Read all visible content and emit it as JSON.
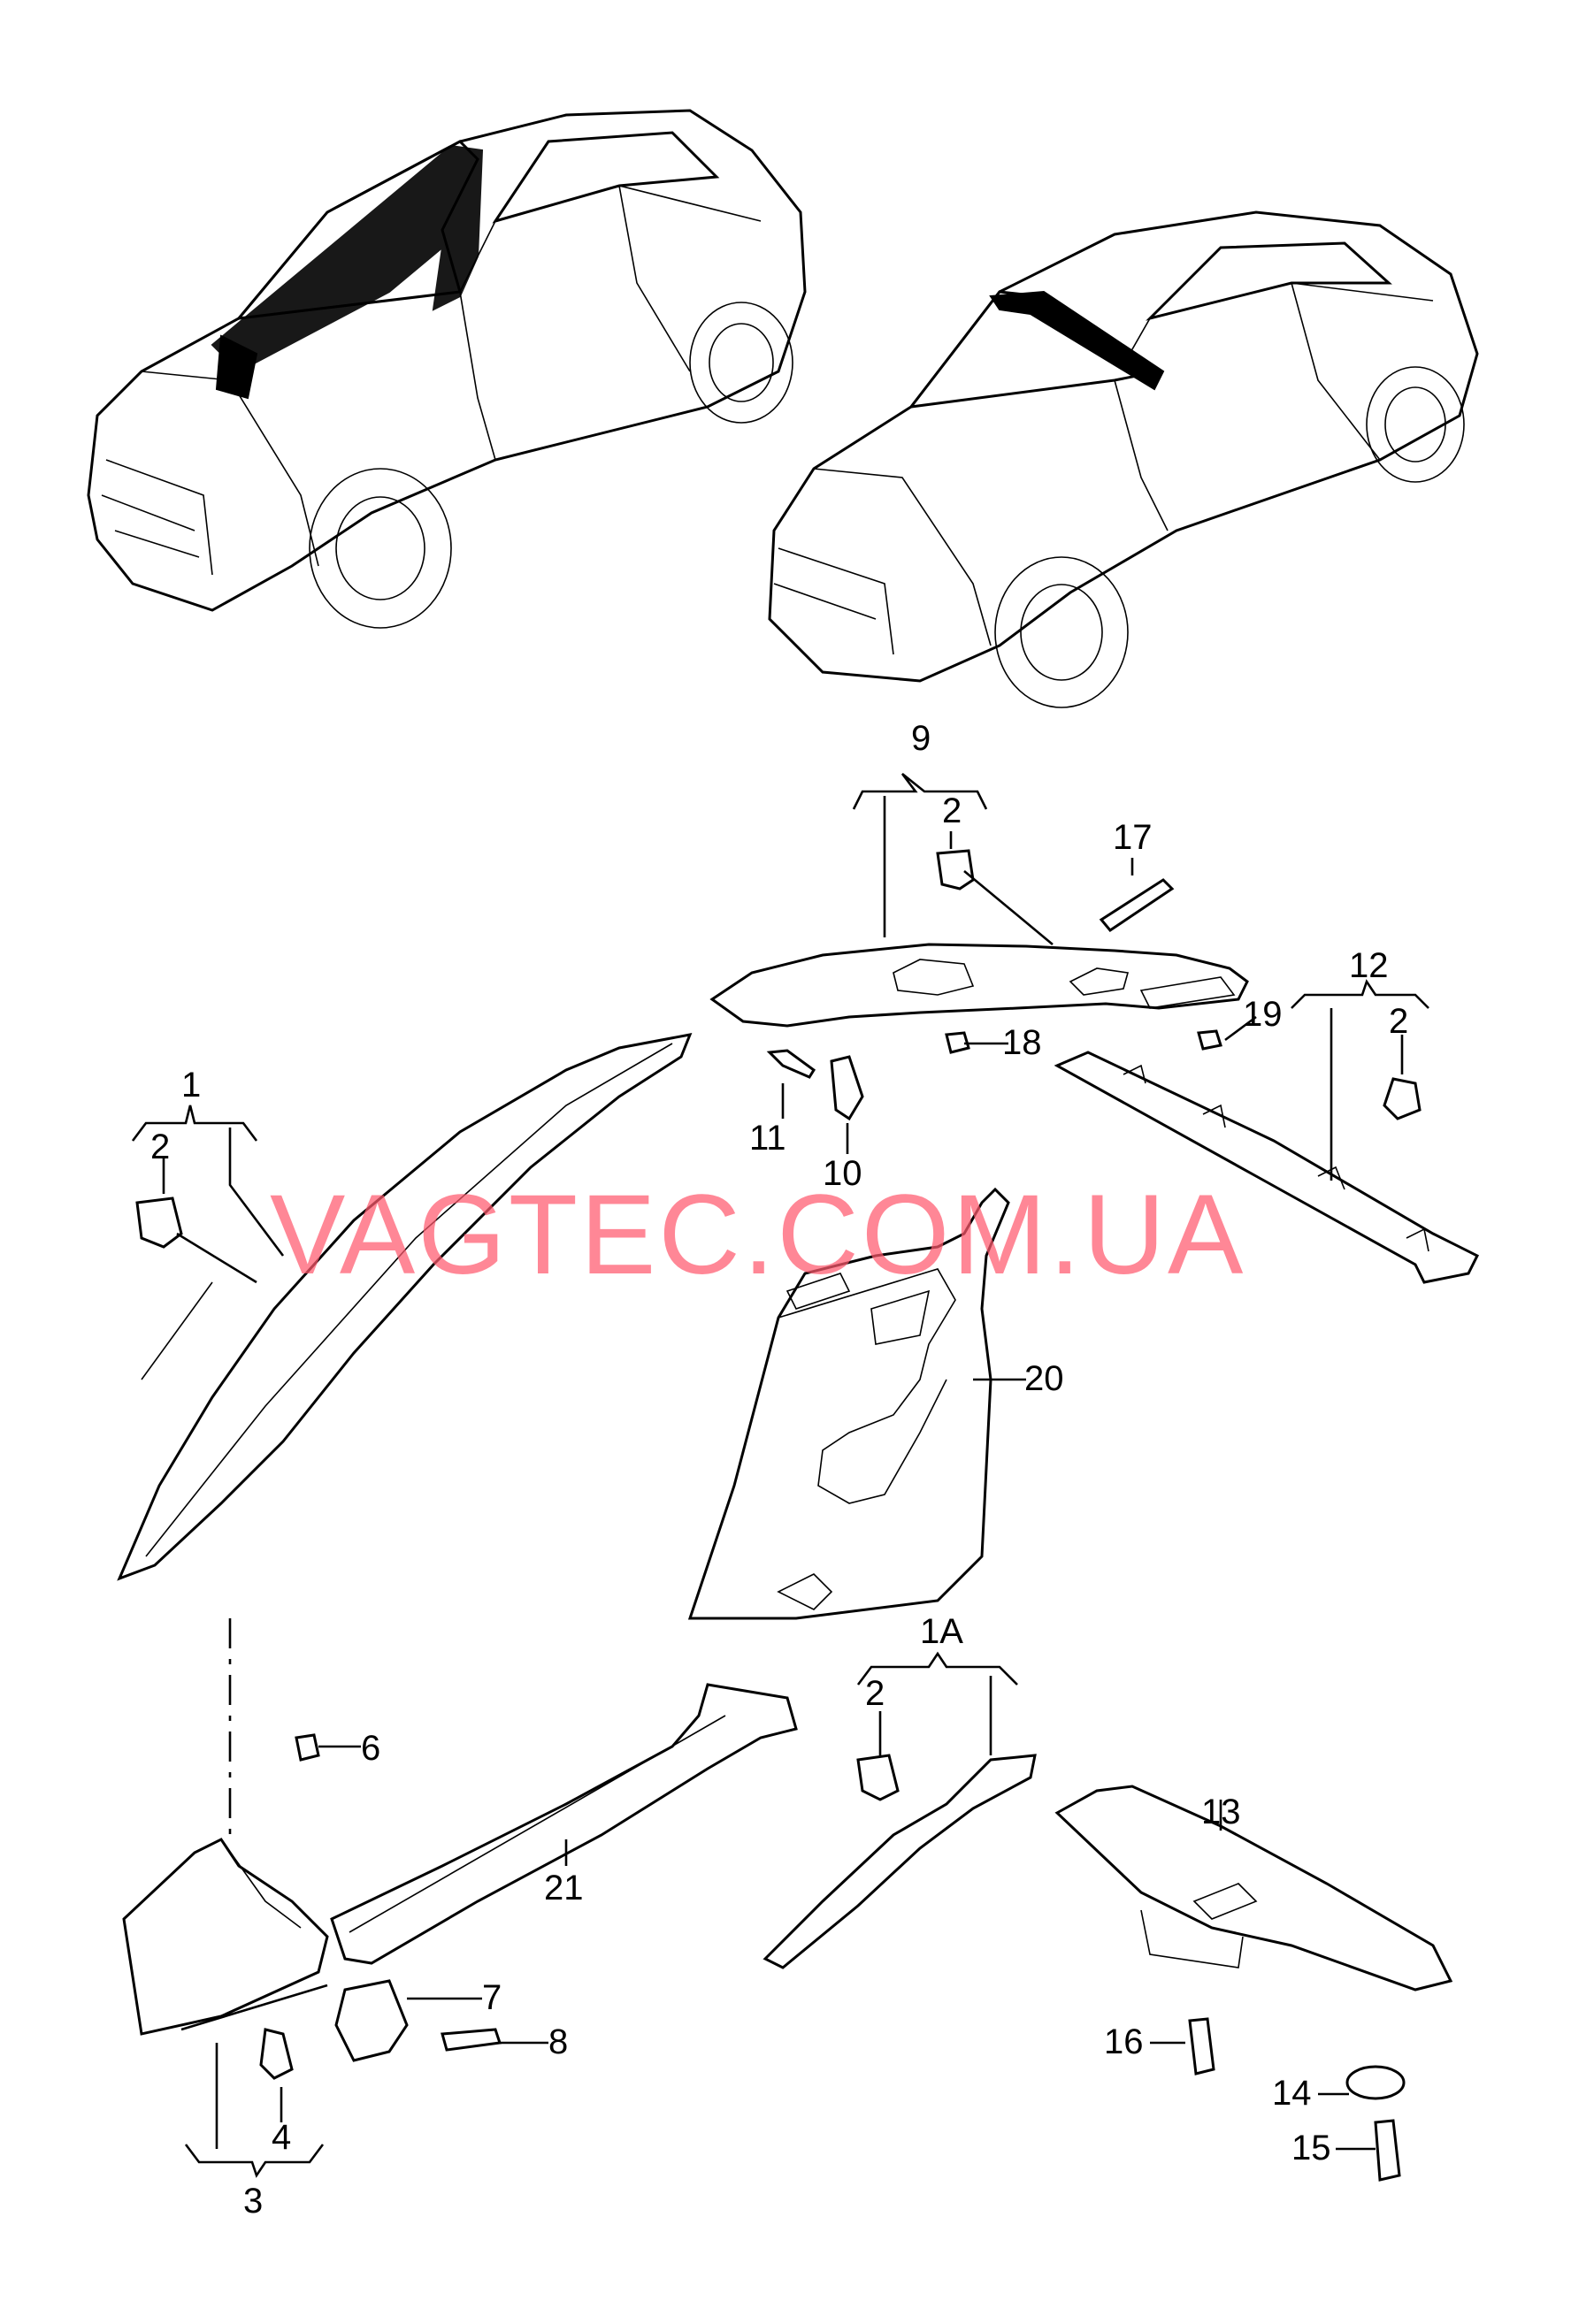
{
  "watermark": "VAGTEC.COM.UA",
  "callouts": {
    "c1": "1",
    "c1a": "1A",
    "c2a": "2",
    "c2b": "2",
    "c2c": "2",
    "c2d": "2",
    "c3": "3",
    "c4": "4",
    "c6": "6",
    "c7": "7",
    "c8": "8",
    "c9": "9",
    "c10": "10",
    "c11": "11",
    "c12": "12",
    "c13": "13",
    "c14": "14",
    "c15": "15",
    "c16": "16",
    "c17": "17",
    "c18": "18",
    "c19": "19",
    "c20": "20",
    "c21": "21"
  }
}
